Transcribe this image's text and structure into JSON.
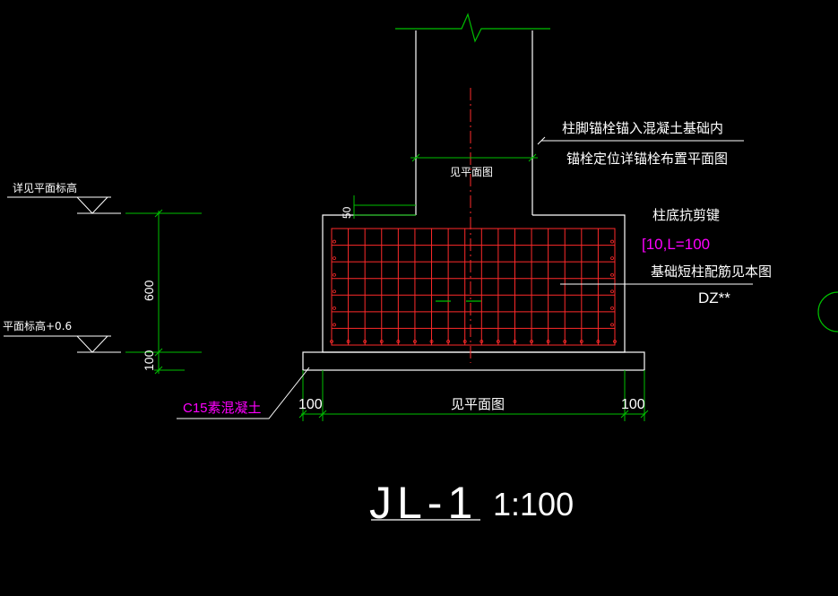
{
  "colors": {
    "background": "#000000",
    "outline": "#ffffff",
    "dimension": "#00c000",
    "rebar": "#ff2a2a",
    "centerline": "#ff2a2a",
    "note_magenta": "#ff00ff"
  },
  "annotations": {
    "anchor_line1": "柱脚锚栓锚入混凝土基础内",
    "anchor_line2": "锚栓定位详锚栓布置平面图",
    "see_plan_top": "见平面图",
    "shear_key": "柱底抗剪键",
    "shear_key_spec": "[10,L=100",
    "short_column_note": "基础短柱配筋见本图",
    "column_code": "DZ**",
    "elev_top": "详见平面标高",
    "elev_bottom": "平面标高+0.6",
    "dim_50": "50",
    "dim_600": "600",
    "dim_100_vertical": "100",
    "dim_100_left": "100",
    "dim_100_right": "100",
    "see_plan_bottom": "见平面图",
    "c15": "C15素混凝土"
  },
  "title": {
    "name": "JL-1",
    "scale": "1:100"
  }
}
